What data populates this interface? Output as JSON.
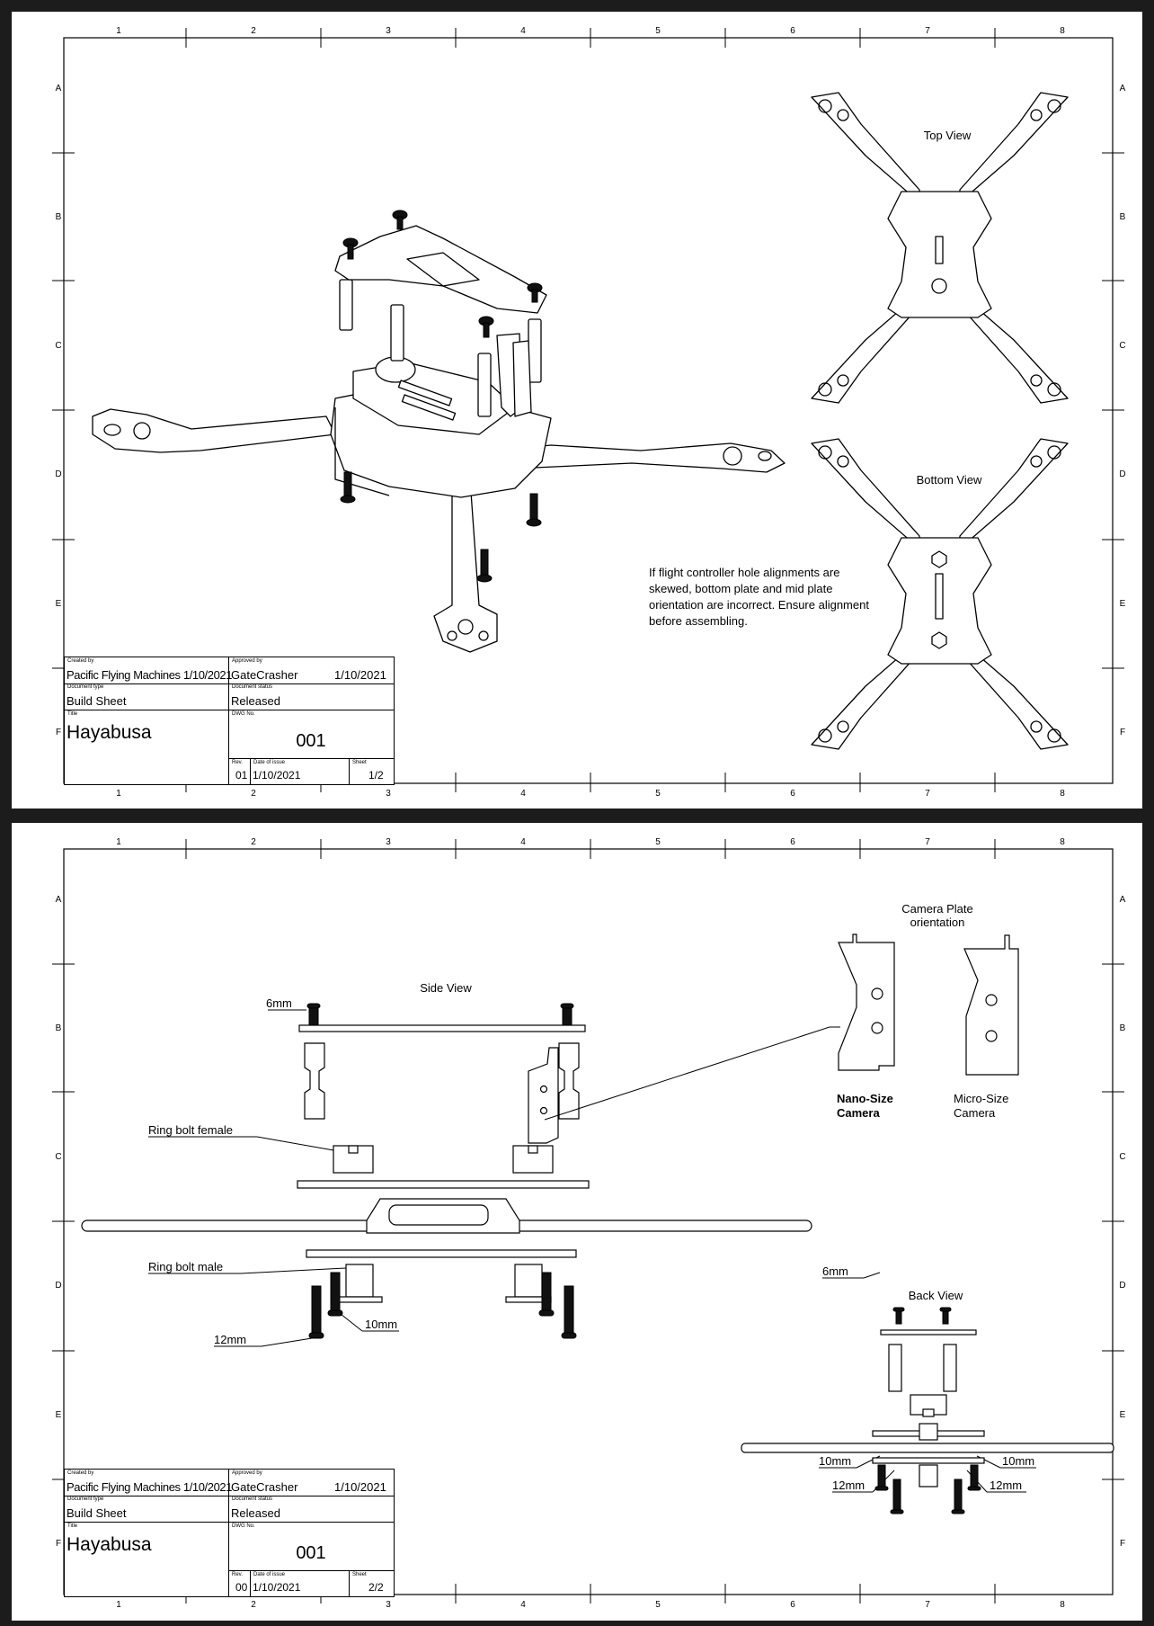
{
  "zone_columns": [
    "1",
    "2",
    "3",
    "4",
    "5",
    "6",
    "7",
    "8"
  ],
  "zone_rows": [
    "A",
    "B",
    "C",
    "D",
    "E",
    "F"
  ],
  "sheets": [
    {
      "views": {
        "top_view": "Top View",
        "bottom_view": "Bottom View"
      },
      "note": [
        "If flight controller hole alignments are",
        "skewed, bottom plate and mid plate",
        "orientation are incorrect. Ensure alignment",
        "before assembling."
      ],
      "title_block": {
        "created_by_caption": "Created by",
        "created_by": "Pacific Flying Machines",
        "created_date": "1/10/2021",
        "approved_by_caption": "Approved by",
        "approved_by": "GateCrasher",
        "approved_date": "1/10/2021",
        "doc_type_caption": "Document type",
        "doc_type": "Build Sheet",
        "doc_status_caption": "Document status",
        "doc_status": "Released",
        "title_caption": "Title",
        "title": "Hayabusa",
        "dwg_caption": "DWG No.",
        "dwg_no": "001",
        "rev_caption": "Rev.",
        "rev": "01",
        "issue_caption": "Date of issue",
        "issue_date": "1/10/2021",
        "sheet_caption": "Sheet",
        "sheet": "1/2"
      }
    },
    {
      "views": {
        "side_view": "Side View",
        "back_view": "Back View",
        "camera_plate_line1": "Camera Plate",
        "camera_plate_line2": "orientation"
      },
      "labels": {
        "nano_line1": "Nano-Size",
        "nano_line2": "Camera",
        "micro_line1": "Micro-Size",
        "micro_line2": "Camera",
        "ring_bolt_female": "Ring bolt female",
        "ring_bolt_male": "Ring bolt male",
        "side_6mm": "6mm",
        "side_12mm": "12mm",
        "side_10mm": "10mm",
        "back_6mm": "6mm",
        "back_10mm_left": "10mm",
        "back_10mm_right": "10mm",
        "back_12mm_left": "12mm",
        "back_12mm_right": "12mm"
      },
      "title_block": {
        "created_by_caption": "Created by",
        "created_by": "Pacific Flying Machines",
        "created_date": "1/10/2021",
        "approved_by_caption": "Approved by",
        "approved_by": "GateCrasher",
        "approved_date": "1/10/2021",
        "doc_type_caption": "Document type",
        "doc_type": "Build Sheet",
        "doc_status_caption": "Document status",
        "doc_status": "Released",
        "title_caption": "Title",
        "title": "Hayabusa",
        "dwg_caption": "DWG No.",
        "dwg_no": "001",
        "rev_caption": "Rev.",
        "rev": "00",
        "issue_caption": "Date of issue",
        "issue_date": "1/10/2021",
        "sheet_caption": "Sheet",
        "sheet": "2/2"
      }
    }
  ]
}
